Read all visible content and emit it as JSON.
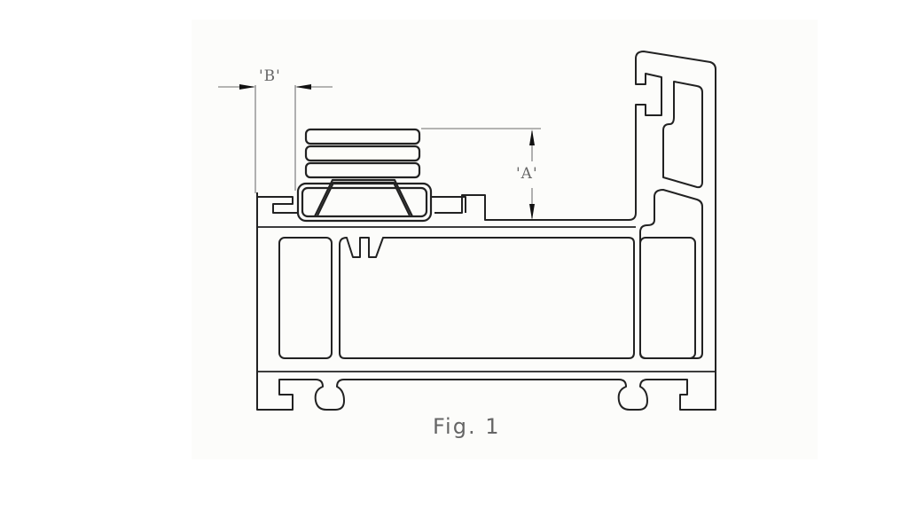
{
  "figure": {
    "caption": "Fig. 1",
    "subject": "window frame profile cross-section with glazing packers"
  },
  "dimensions": {
    "b_label": "'B'",
    "a_label": "'A'"
  },
  "colors": {
    "background": "#ffffff",
    "panel": "#fcfcfa",
    "line": "#222222",
    "dimension_line": "#888888",
    "text": "#666666"
  },
  "packers": {
    "count": 3
  }
}
